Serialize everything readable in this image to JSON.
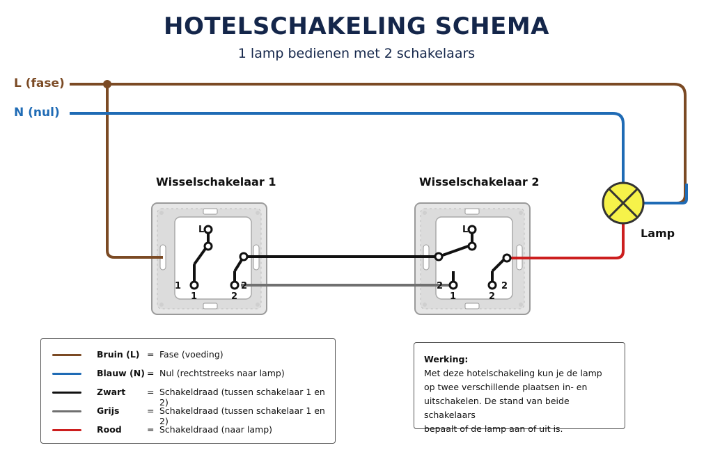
{
  "title": "HOTELSCHAKELING SCHEMA",
  "subtitle": "1 lamp bedienen met 2 schakelaars",
  "wires": {
    "phase_label": "L (fase)",
    "neutral_label": "N (nul)"
  },
  "switch1": {
    "title": "Wisselschakelaar 1",
    "terminal_l": "L",
    "terminal_1": "1",
    "terminal_2": "2",
    "side_1": "1",
    "side_2": "2"
  },
  "switch2": {
    "title": "Wisselschakelaar 2",
    "terminal_l": "L",
    "terminal_1": "1",
    "terminal_2": "2",
    "side_2": "2",
    "side_r": "2"
  },
  "lamp": {
    "label": "Lamp"
  },
  "legend": [
    {
      "name": "Bruin (L)",
      "eq": "=",
      "desc": "Fase (voeding)",
      "color": "#7b4a24"
    },
    {
      "name": "Blauw (N)",
      "eq": "=",
      "desc": "Nul (rechtstreeks naar lamp)",
      "color": "#1f6bb5"
    },
    {
      "name": "Zwart",
      "eq": "=",
      "desc": "Schakeldraad (tussen schakelaar 1 en 2)",
      "color": "#111111"
    },
    {
      "name": "Grijs",
      "eq": "=",
      "desc": "Schakeldraad (tussen schakelaar 1 en 2)",
      "color": "#707070"
    },
    {
      "name": "Rood",
      "eq": "=",
      "desc": "Schakeldraad (naar lamp)",
      "color": "#cc1e1e"
    }
  ],
  "info": {
    "title": "Werking:",
    "lines": [
      "Met deze hotelschakeling kun je de lamp",
      "op twee verschillende plaatsen in- en",
      "uitschakelen. De stand van beide schakelaars",
      "bepaalt of de lamp aan of uit is."
    ]
  },
  "colors": {
    "brown": "#7b4a24",
    "blue": "#1f6bb5",
    "black": "#111111",
    "grey": "#707070",
    "red": "#cc1e1e",
    "lamp": "#f6f24a",
    "title": "#14264a"
  }
}
